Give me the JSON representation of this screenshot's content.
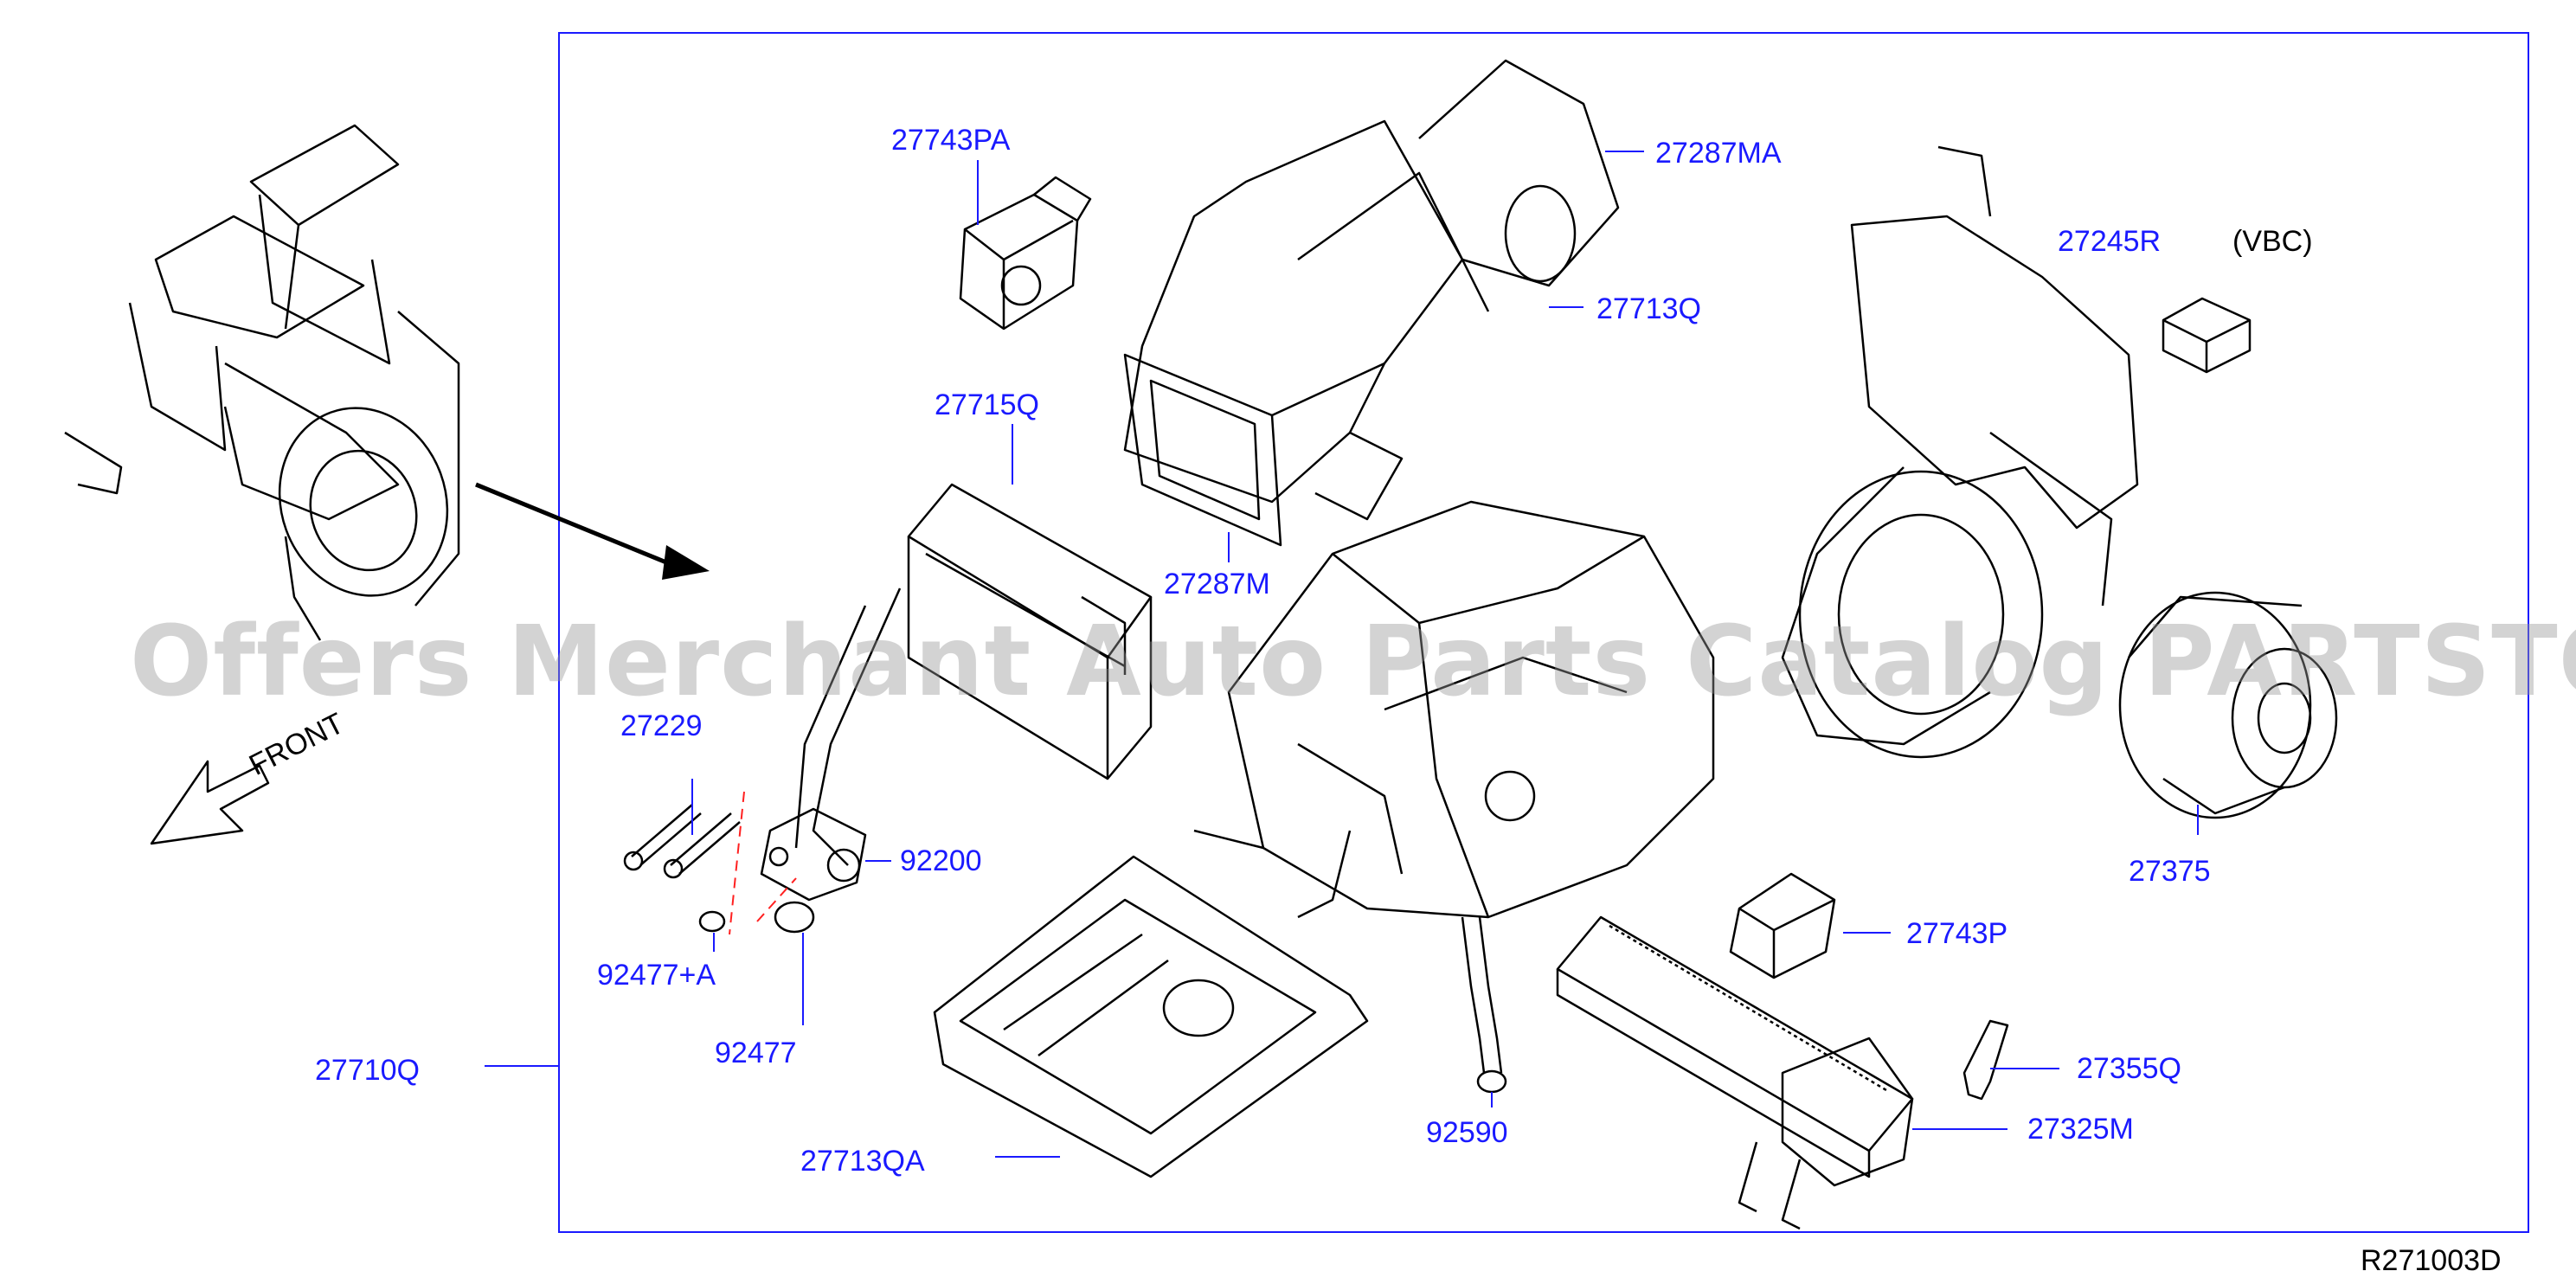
{
  "diagram": {
    "reference_code": "R271003D",
    "front_label": "FRONT",
    "watermark": "Offers Merchant Auto Parts Catalog PARTSTORE.SA",
    "variant_note": "(VBC)",
    "part_labels": [
      {
        "id": "27743PA",
        "text": "27743PA"
      },
      {
        "id": "27287MA",
        "text": "27287MA"
      },
      {
        "id": "27713Q",
        "text": "27713Q"
      },
      {
        "id": "27715Q",
        "text": "27715Q"
      },
      {
        "id": "27287M",
        "text": "27287M"
      },
      {
        "id": "27245R",
        "text": "27245R"
      },
      {
        "id": "27229",
        "text": "27229"
      },
      {
        "id": "92200",
        "text": "92200"
      },
      {
        "id": "92477A",
        "text": "92477+A"
      },
      {
        "id": "92477",
        "text": "92477"
      },
      {
        "id": "27710Q",
        "text": "27710Q"
      },
      {
        "id": "27713QA",
        "text": "27713QA"
      },
      {
        "id": "92590",
        "text": "92590"
      },
      {
        "id": "27743P",
        "text": "27743P"
      },
      {
        "id": "27355Q",
        "text": "27355Q"
      },
      {
        "id": "27325M",
        "text": "27325M"
      },
      {
        "id": "27375",
        "text": "27375"
      }
    ],
    "colors": {
      "label": "#1a1aff",
      "line": "#000000",
      "leader": "#1a1aff",
      "dash": "#ff2020"
    }
  }
}
